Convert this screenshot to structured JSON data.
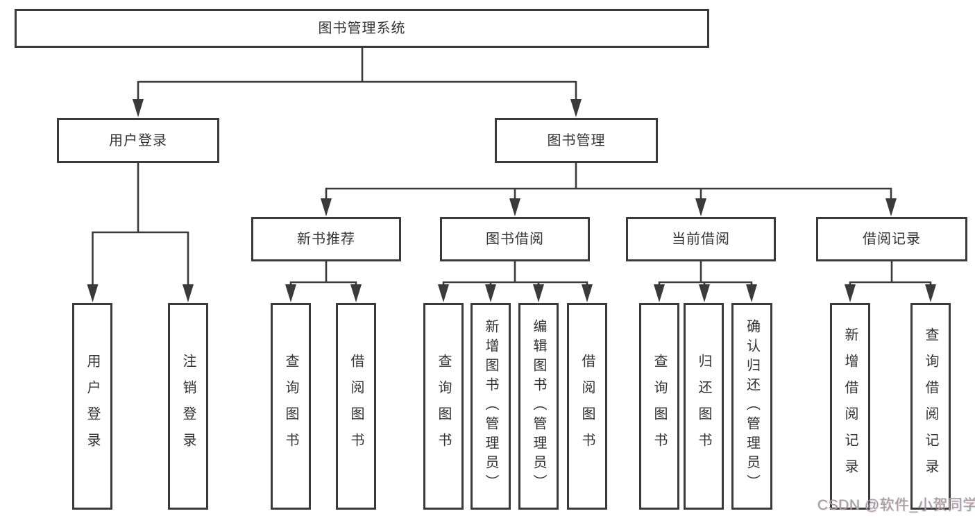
{
  "diagram": {
    "root": "图书管理系统",
    "level2": [
      {
        "label": "用户登录"
      },
      {
        "label": "图书管理"
      }
    ],
    "level3": [
      {
        "label": "新书推荐"
      },
      {
        "label": "图书借阅"
      },
      {
        "label": "当前借阅"
      },
      {
        "label": "借阅记录"
      }
    ],
    "leaves": {
      "login": [
        "用户登录",
        "注销登录"
      ],
      "new_book": [
        "查询图书",
        "借阅图书"
      ],
      "book_borrow": [
        "查询图书",
        "新增图书（管理员）",
        "编辑图书（管理员）",
        "借阅图书"
      ],
      "current_borrow": [
        "查询图书",
        "归还图书",
        "确认归还（管理员）"
      ],
      "borrow_records": [
        "新增借阅记录",
        "查询借阅记录"
      ]
    }
  },
  "watermark": "CSDN @软件_小贺同学",
  "colors": {
    "line": "#3a3a3a",
    "box_border": "#3a3a3a",
    "text": "#333333",
    "watermark": "#9e9e9e",
    "background": "#ffffff"
  }
}
